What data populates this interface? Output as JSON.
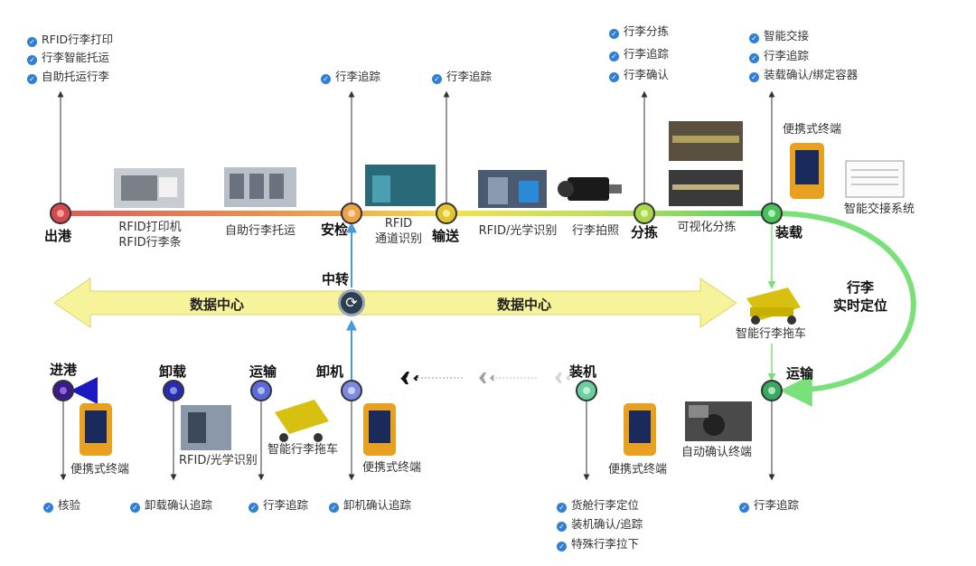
{
  "stages_top": [
    {
      "name": "出港",
      "color": "#d44a4a"
    },
    {
      "name": "安检",
      "color": "#f0a24a"
    },
    {
      "name": "输送",
      "color": "#e2c630"
    },
    {
      "name": "分拣",
      "color": "#a9d84a"
    },
    {
      "name": "装载",
      "color": "#4ac05a"
    }
  ],
  "stages_bottom": [
    {
      "name": "进港",
      "color": "#3a1a8a"
    },
    {
      "name": "卸载",
      "color": "#2a2ab0"
    },
    {
      "name": "运输",
      "color": "#5a6ad8"
    },
    {
      "name": "卸机",
      "color": "#7a8ae0"
    },
    {
      "name": "装机",
      "color": "#6ad0a0"
    },
    {
      "name": "运输",
      "color": "#3aa860"
    }
  ],
  "top_labels": {
    "rfid_printer": "RFID打印机",
    "rfid_tag": "RFID行李条",
    "self_checkin": "自助行李托运",
    "rfid_channel_1": "RFID",
    "rfid_channel_2": "通道识别",
    "rfid_optical": "RFID/光学识别",
    "baggage_photo": "行李拍照",
    "visual_sort": "可视化分拣",
    "portable_terminal": "便携式终端",
    "smart_handover_system": "智能交接系统"
  },
  "features": {
    "departure": [
      "RFID行李打印",
      "行李智能托运",
      "自助托运行李"
    ],
    "security": [
      "行李追踪"
    ],
    "conveyor": [
      "行李追踪"
    ],
    "sorting": [
      "行李分拣",
      "行李追踪",
      "行李确认"
    ],
    "loading": [
      "智能交接",
      "行李追踪",
      "装载确认/绑定容器"
    ],
    "arrival": [
      "核验"
    ],
    "unload": [
      "卸载确认追踪"
    ],
    "transport_b": [
      "行李追踪"
    ],
    "offload": [
      "卸机确认追踪"
    ],
    "aircraft_load": [
      "货舱行李定位",
      "装机确认/追踪",
      "特殊行李拉下"
    ],
    "transport_r": [
      "行李追踪"
    ]
  },
  "middle": {
    "data_center_left": "数据中心",
    "data_center_right": "数据中心",
    "transfer": "中转",
    "realtime_1": "行李",
    "realtime_2": "实时定位",
    "smart_tractor_right": "智能行李拖车"
  },
  "bottom_labels": {
    "portable_terminal_arrival": "便携式终端",
    "rfid_optical_unload": "RFID/光学识别",
    "smart_tractor": "智能行李拖车",
    "portable_terminal_offload": "便携式终端",
    "portable_terminal_load": "便携式终端",
    "auto_confirm_terminal": "自动确认终端"
  },
  "icons": {
    "check": "check-circle-icon",
    "hub": "refresh-icon",
    "plane": "airplane-icon"
  }
}
